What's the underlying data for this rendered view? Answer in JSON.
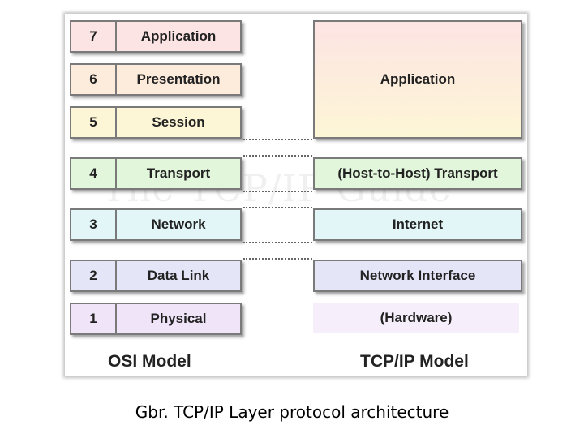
{
  "watermark": "The TCP/IP Guide",
  "osi": {
    "title": "OSI Model",
    "layers": [
      {
        "num": "7",
        "name": "Application",
        "color": "#fde4e4"
      },
      {
        "num": "6",
        "name": "Presentation",
        "color": "#fdecdc"
      },
      {
        "num": "5",
        "name": "Session",
        "color": "#fdf6d6"
      },
      {
        "num": "4",
        "name": "Transport",
        "color": "#e2f6dc"
      },
      {
        "num": "3",
        "name": "Network",
        "color": "#e2f6f8"
      },
      {
        "num": "2",
        "name": "Data Link",
        "color": "#e4e6f8"
      },
      {
        "num": "1",
        "name": "Physical",
        "color": "#f0e4f8"
      }
    ]
  },
  "tcpip": {
    "title": "TCP/IP Model",
    "layers": [
      {
        "name": "Application",
        "color_top": "#fde4e4",
        "color_bottom": "#fdf6d6"
      },
      {
        "name": "(Host-to-Host) Transport",
        "color": "#e2f6dc"
      },
      {
        "name": "Internet",
        "color": "#e2f6f8"
      },
      {
        "name": "Network Interface",
        "color": "#e4e6f8"
      },
      {
        "name": "(Hardware)",
        "color": "#f6eefb"
      }
    ]
  },
  "caption": "Gbr.  TCP/IP Layer protocol architecture"
}
